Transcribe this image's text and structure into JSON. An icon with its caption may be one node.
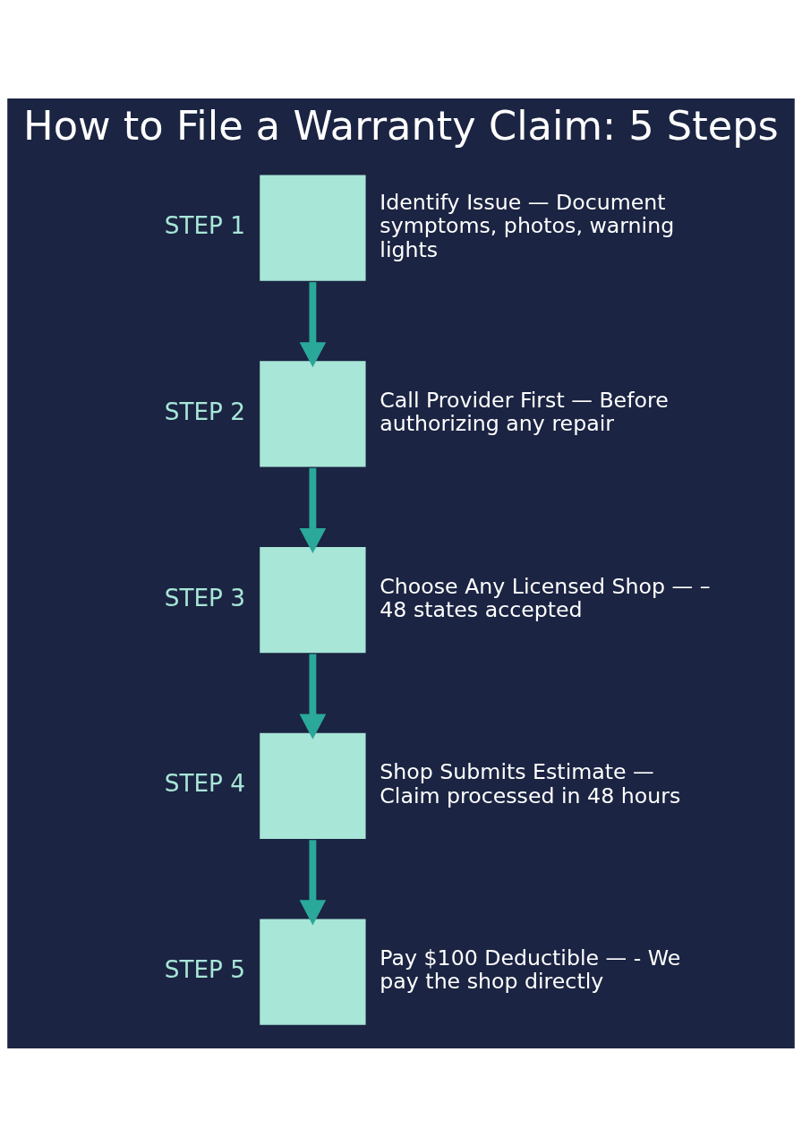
{
  "diagram": {
    "title": "How to File a Warranty Claim: 5 Steps",
    "nodes": [
      {
        "text": [
          "Identify Issue — Document symptoms, photos, warning lights"
        ],
        "beside": [
          "STEP 1"
        ]
      },
      {
        "text": [
          "Call Provider First — Before authorizing any repair"
        ],
        "beside": [
          "STEP 2"
        ]
      },
      {
        "text": [
          "Choose Any Licensed Shop — – 48 states accepted"
        ],
        "beside": [
          "STEP 3"
        ]
      },
      {
        "text": [
          "Shop Submits Estimate — Claim processed in 48 hours"
        ],
        "beside": [
          "STEP 4"
        ]
      },
      {
        "text": [
          "Pay $100 Deductible — - We pay the shop directly"
        ],
        "beside": [
          "STEP 5"
        ]
      }
    ],
    "edges": [
      {
        "from": 0,
        "to": 1,
        "arrow": "to"
      },
      {
        "from": 1,
        "to": 2,
        "arrow": "to"
      },
      {
        "from": 2,
        "to": 3,
        "arrow": "to"
      },
      {
        "from": 3,
        "to": 4,
        "arrow": "to"
      }
    ]
  }
}
